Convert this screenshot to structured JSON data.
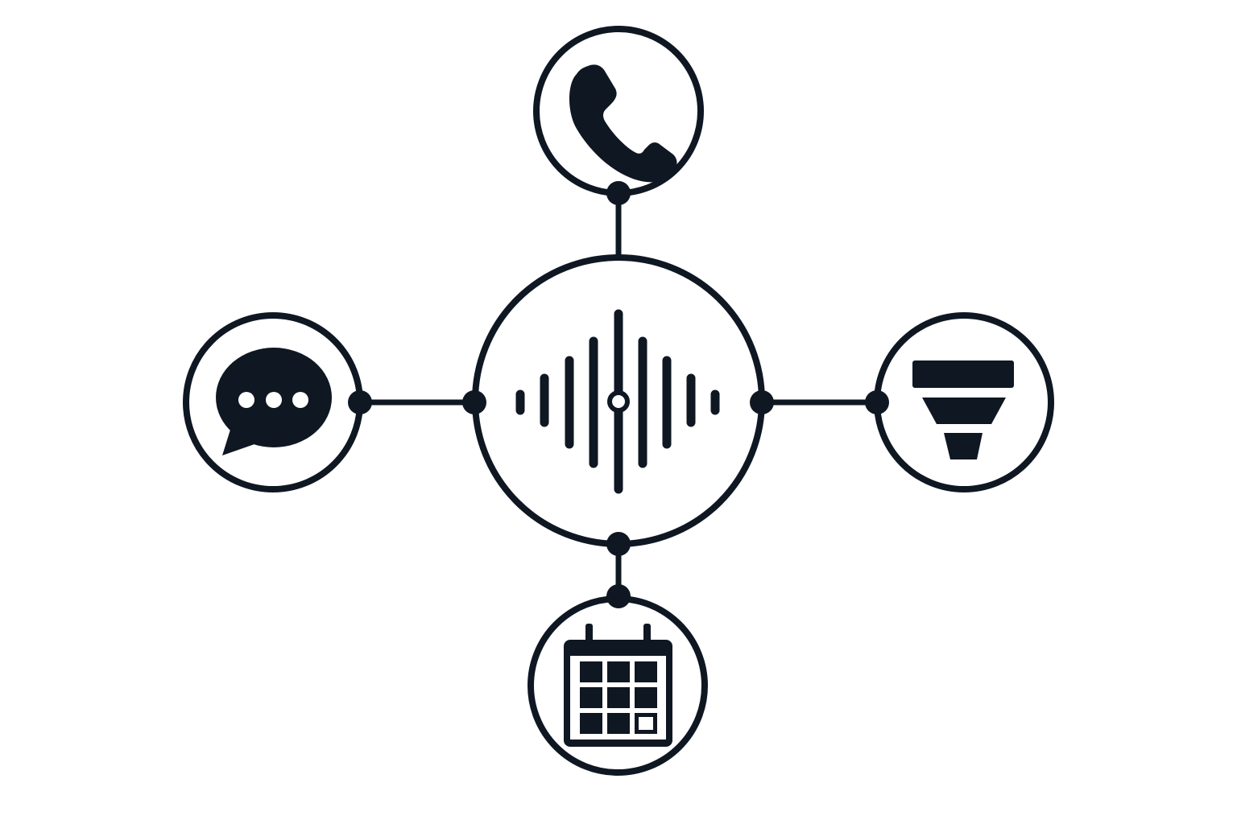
{
  "colors": {
    "ink": "#0f1722",
    "background": "#ffffff"
  },
  "diagram": {
    "hub": {
      "icon": "sound-wave-icon"
    },
    "nodes": [
      {
        "id": "top",
        "icon": "phone-icon"
      },
      {
        "id": "left",
        "icon": "chat-bubble-icon"
      },
      {
        "id": "right",
        "icon": "funnel-icon"
      },
      {
        "id": "bottom",
        "icon": "calendar-icon"
      }
    ],
    "connections": [
      {
        "from": "hub",
        "to": "top"
      },
      {
        "from": "hub",
        "to": "left"
      },
      {
        "from": "hub",
        "to": "right"
      },
      {
        "from": "hub",
        "to": "bottom"
      }
    ]
  }
}
